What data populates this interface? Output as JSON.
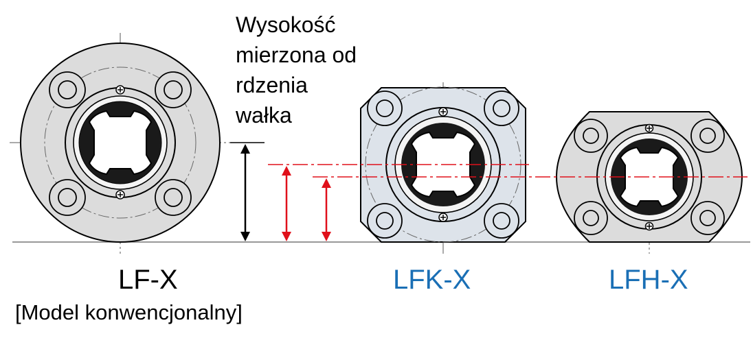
{
  "note": {
    "line1": "Wysokość",
    "line2": "mierzona od",
    "line3": "rdzenia",
    "line4": "wałka"
  },
  "models": {
    "lf": {
      "name": "LF-X",
      "subtitle": "[Model konwencjonalny]"
    },
    "lfk": {
      "name": "LFK-X"
    },
    "lfh": {
      "name": "LFH-X"
    }
  },
  "colors": {
    "highlight_label": "#1a6fb5",
    "arrow_red": "#e0101a",
    "arrow_black": "#000000",
    "flange_fill": "#dcdcdc",
    "flange_fill_blue": "#dde3ea"
  },
  "icons": [
    "lf-x-flange-drawing",
    "lfk-x-flange-drawing",
    "lfh-x-flange-drawing"
  ]
}
